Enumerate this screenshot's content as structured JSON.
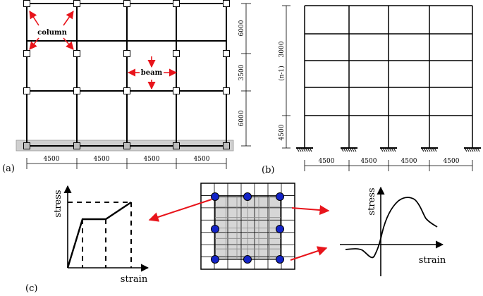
{
  "panel_a": {
    "label": "(a)",
    "column_label": "column",
    "beam_label": "beam",
    "spans": [
      "4500",
      "4500",
      "4500",
      "4500"
    ],
    "storey_dims": [
      "6000",
      "3500",
      "6000"
    ]
  },
  "panel_b": {
    "label": "(b)",
    "spans": [
      "4500",
      "4500",
      "4500",
      "4500"
    ],
    "storey_dims": [
      "3000",
      "4500"
    ],
    "repeat_label": "(n-1)"
  },
  "panel_c": {
    "label": "(c)",
    "steel_xlabel": "strain",
    "steel_ylabel": "stress",
    "concrete_xlabel": "strain",
    "concrete_ylabel": "stress"
  },
  "colors": {
    "arrow": "#e8141b",
    "rebar": "#1424c8",
    "ground": "#cfcfcf",
    "core": "#d6d6d6"
  }
}
